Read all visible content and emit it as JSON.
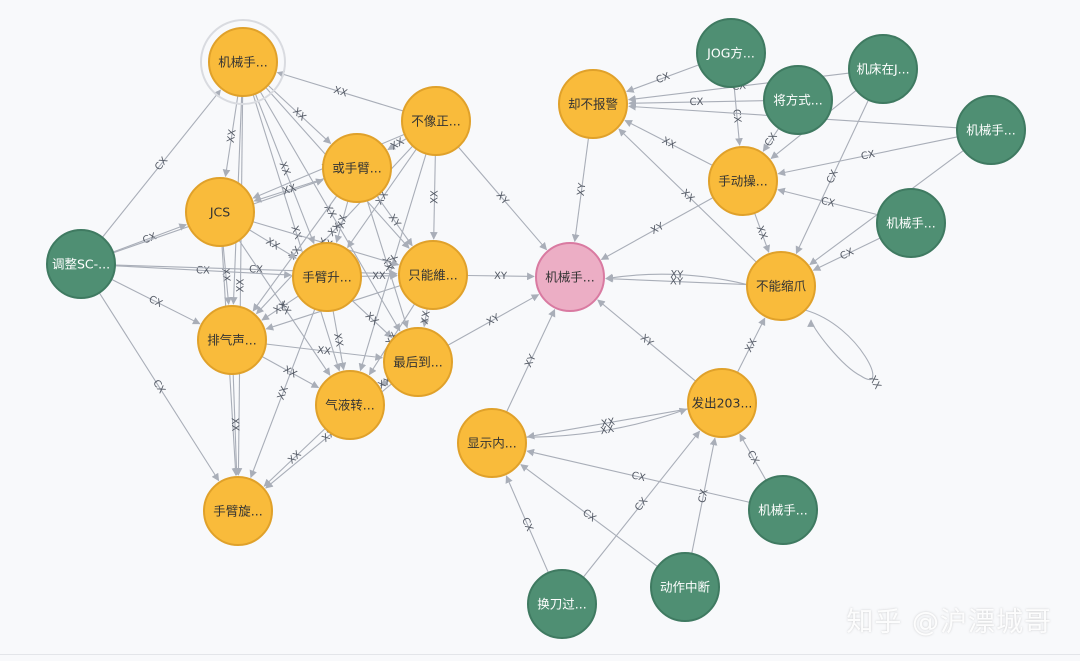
{
  "colors": {
    "orange_fill": "#f9bb3b",
    "orange_stroke": "#e0a12a",
    "green_fill": "#4f8f73",
    "green_stroke": "#3f7a61",
    "pink_fill": "#ecaec5",
    "pink_stroke": "#d97aa1",
    "edge": "#a9aeb8"
  },
  "watermark": "知乎 @沪漂城哥",
  "nodes": [
    {
      "id": "jxs1",
      "label": "机械手...",
      "type": "orange",
      "selected": true
    },
    {
      "id": "bxz",
      "label": "不像正...",
      "type": "orange"
    },
    {
      "id": "hsb",
      "label": "或手臂...",
      "type": "orange"
    },
    {
      "id": "jcs",
      "label": "JCS",
      "type": "orange"
    },
    {
      "id": "tzsc",
      "label": "调整SC-...",
      "type": "green"
    },
    {
      "id": "sbs",
      "label": "手臂升...",
      "type": "orange"
    },
    {
      "id": "zns",
      "label": "只能維...",
      "type": "orange"
    },
    {
      "id": "pqs",
      "label": "排气声...",
      "type": "orange"
    },
    {
      "id": "zhd",
      "label": "最后到...",
      "type": "orange"
    },
    {
      "id": "qyz",
      "label": "气液转...",
      "type": "orange"
    },
    {
      "id": "sbx",
      "label": "手臂旋...",
      "type": "orange"
    },
    {
      "id": "jxs_c",
      "label": "机械手...",
      "type": "pink"
    },
    {
      "id": "qbbj",
      "label": "却不报警",
      "type": "orange"
    },
    {
      "id": "jog",
      "label": "JOG方...",
      "type": "green"
    },
    {
      "id": "jfs",
      "label": "将方式...",
      "type": "green"
    },
    {
      "id": "jczj",
      "label": "机床在J...",
      "type": "green"
    },
    {
      "id": "jxs_r1",
      "label": "机械手...",
      "type": "green"
    },
    {
      "id": "sdc",
      "label": "手动操...",
      "type": "orange"
    },
    {
      "id": "jxs_r2",
      "label": "机械手...",
      "type": "green"
    },
    {
      "id": "bnsz",
      "label": "不能缩爪",
      "type": "orange"
    },
    {
      "id": "fc203",
      "label": "发出203...",
      "type": "orange"
    },
    {
      "id": "xsn",
      "label": "显示内...",
      "type": "orange"
    },
    {
      "id": "jxs_b",
      "label": "机械手...",
      "type": "green"
    },
    {
      "id": "hdg",
      "label": "换刀过...",
      "type": "green"
    },
    {
      "id": "dzzd",
      "label": "动作中断",
      "type": "green"
    }
  ],
  "edges": [
    {
      "from": "tzsc",
      "to": "jxs1",
      "label": "CX"
    },
    {
      "from": "tzsc",
      "to": "jcs",
      "label": "CX"
    },
    {
      "from": "tzsc",
      "to": "pqs",
      "label": "CX"
    },
    {
      "from": "tzsc",
      "to": "sbx",
      "label": "CX"
    },
    {
      "from": "tzsc",
      "to": "sbs",
      "label": "CX"
    },
    {
      "from": "tzsc",
      "to": "zns",
      "label": "CX"
    },
    {
      "from": "tzsc",
      "to": "hsb",
      "label": "CX"
    },
    {
      "from": "bxz",
      "to": "jxs1",
      "label": "XX"
    },
    {
      "from": "jxs1",
      "to": "jcs",
      "label": "XX"
    },
    {
      "from": "jxs1",
      "to": "hsb",
      "label": "XX"
    },
    {
      "from": "jxs1",
      "to": "sbs",
      "label": "XX"
    },
    {
      "from": "jxs1",
      "to": "zns",
      "label": "XX"
    },
    {
      "from": "jxs1",
      "to": "pqs",
      "label": "XX"
    },
    {
      "from": "jxs1",
      "to": "zhd",
      "label": "XX"
    },
    {
      "from": "jxs1",
      "to": "qyz",
      "label": "XX"
    },
    {
      "from": "jxs1",
      "to": "sbx",
      "label": "XX"
    },
    {
      "from": "bxz",
      "to": "hsb",
      "label": "XX"
    },
    {
      "from": "bxz",
      "to": "jcs",
      "label": "XX"
    },
    {
      "from": "bxz",
      "to": "sbs",
      "label": "XX"
    },
    {
      "from": "bxz",
      "to": "zns",
      "label": "XX"
    },
    {
      "from": "bxz",
      "to": "pqs",
      "label": "XX"
    },
    {
      "from": "bxz",
      "to": "qyz",
      "label": "XX"
    },
    {
      "from": "hsb",
      "to": "jcs",
      "label": "XX"
    },
    {
      "from": "hsb",
      "to": "sbs",
      "label": "XX"
    },
    {
      "from": "hsb",
      "to": "zns",
      "label": "XY"
    },
    {
      "from": "hsb",
      "to": "pqs",
      "label": "XX"
    },
    {
      "from": "hsb",
      "to": "zhd",
      "label": "XX"
    },
    {
      "from": "jcs",
      "to": "sbs",
      "label": "XX"
    },
    {
      "from": "jcs",
      "to": "pqs",
      "label": "XX"
    },
    {
      "from": "jcs",
      "to": "zns",
      "label": "XX"
    },
    {
      "from": "jcs",
      "to": "qyz",
      "label": "XX"
    },
    {
      "from": "jcs",
      "to": "sbx",
      "label": "XX"
    },
    {
      "from": "sbs",
      "to": "zns",
      "label": "XX"
    },
    {
      "from": "sbs",
      "to": "pqs",
      "label": "XX"
    },
    {
      "from": "sbs",
      "to": "zhd",
      "label": "XX"
    },
    {
      "from": "sbs",
      "to": "qyz",
      "label": "XX"
    },
    {
      "from": "sbs",
      "to": "sbx",
      "label": "XX"
    },
    {
      "from": "zns",
      "to": "pqs",
      "label": "XX"
    },
    {
      "from": "zns",
      "to": "zhd",
      "label": "XX"
    },
    {
      "from": "zns",
      "to": "qyz",
      "label": "XX"
    },
    {
      "from": "pqs",
      "to": "zhd",
      "label": "XX"
    },
    {
      "from": "pqs",
      "to": "qyz",
      "label": "XX"
    },
    {
      "from": "pqs",
      "to": "sbx",
      "label": "XX"
    },
    {
      "from": "zhd",
      "to": "qyz",
      "label": "XX"
    },
    {
      "from": "qyz",
      "to": "sbx",
      "label": "XX"
    },
    {
      "from": "zhd",
      "to": "sbx",
      "label": "XX"
    },
    {
      "from": "bxz",
      "to": "jxs_c",
      "label": "XY"
    },
    {
      "from": "zns",
      "to": "jxs_c",
      "label": "XY"
    },
    {
      "from": "zhd",
      "to": "jxs_c",
      "label": "XY"
    },
    {
      "from": "qbbj",
      "to": "jxs_c",
      "label": "XY"
    },
    {
      "from": "sdc",
      "to": "jxs_c",
      "label": "XY"
    },
    {
      "from": "bnsz",
      "to": "jxs_c",
      "label": "XY"
    },
    {
      "from": "bnsz",
      "to": "jxs_c",
      "label": "XY"
    },
    {
      "from": "fc203",
      "to": "jxs_c",
      "label": "XY"
    },
    {
      "from": "xsn",
      "to": "jxs_c",
      "label": "XY"
    },
    {
      "from": "jog",
      "to": "qbbj",
      "label": "CX"
    },
    {
      "from": "jog",
      "to": "sdc",
      "label": "CX"
    },
    {
      "from": "jfs",
      "to": "qbbj",
      "label": "CX"
    },
    {
      "from": "jfs",
      "to": "sdc",
      "label": "CX"
    },
    {
      "from": "jczj",
      "to": "qbbj",
      "label": "CX"
    },
    {
      "from": "jczj",
      "to": "sdc",
      "label": "CX"
    },
    {
      "from": "jczj",
      "to": "bnsz",
      "label": "CX"
    },
    {
      "from": "jxs_r1",
      "to": "qbbj",
      "label": "CX"
    },
    {
      "from": "jxs_r1",
      "to": "sdc",
      "label": "CX"
    },
    {
      "from": "jxs_r1",
      "to": "bnsz",
      "label": "CX"
    },
    {
      "from": "jxs_r2",
      "to": "sdc",
      "label": "CX"
    },
    {
      "from": "jxs_r2",
      "to": "bnsz",
      "label": "CX"
    },
    {
      "from": "sdc",
      "to": "qbbj",
      "label": "XX"
    },
    {
      "from": "sdc",
      "to": "bnsz",
      "label": "XX"
    },
    {
      "from": "bnsz",
      "to": "qbbj",
      "label": "XX"
    },
    {
      "from": "fc203",
      "to": "bnsz",
      "label": "XX"
    },
    {
      "from": "fc203",
      "to": "xsn",
      "label": "XX"
    },
    {
      "from": "xsn",
      "to": "fc203",
      "label": "XX"
    },
    {
      "from": "jxs_b",
      "to": "fc203",
      "label": "CX"
    },
    {
      "from": "jxs_b",
      "to": "xsn",
      "label": "CX"
    },
    {
      "from": "hdg",
      "to": "xsn",
      "label": "CX"
    },
    {
      "from": "hdg",
      "to": "fc203",
      "label": "CX"
    },
    {
      "from": "dzzd",
      "to": "xsn",
      "label": "CX"
    },
    {
      "from": "dzzd",
      "to": "fc203",
      "label": "CX"
    },
    {
      "from": "bnsz",
      "to": "bnsz",
      "label": "XX"
    }
  ]
}
